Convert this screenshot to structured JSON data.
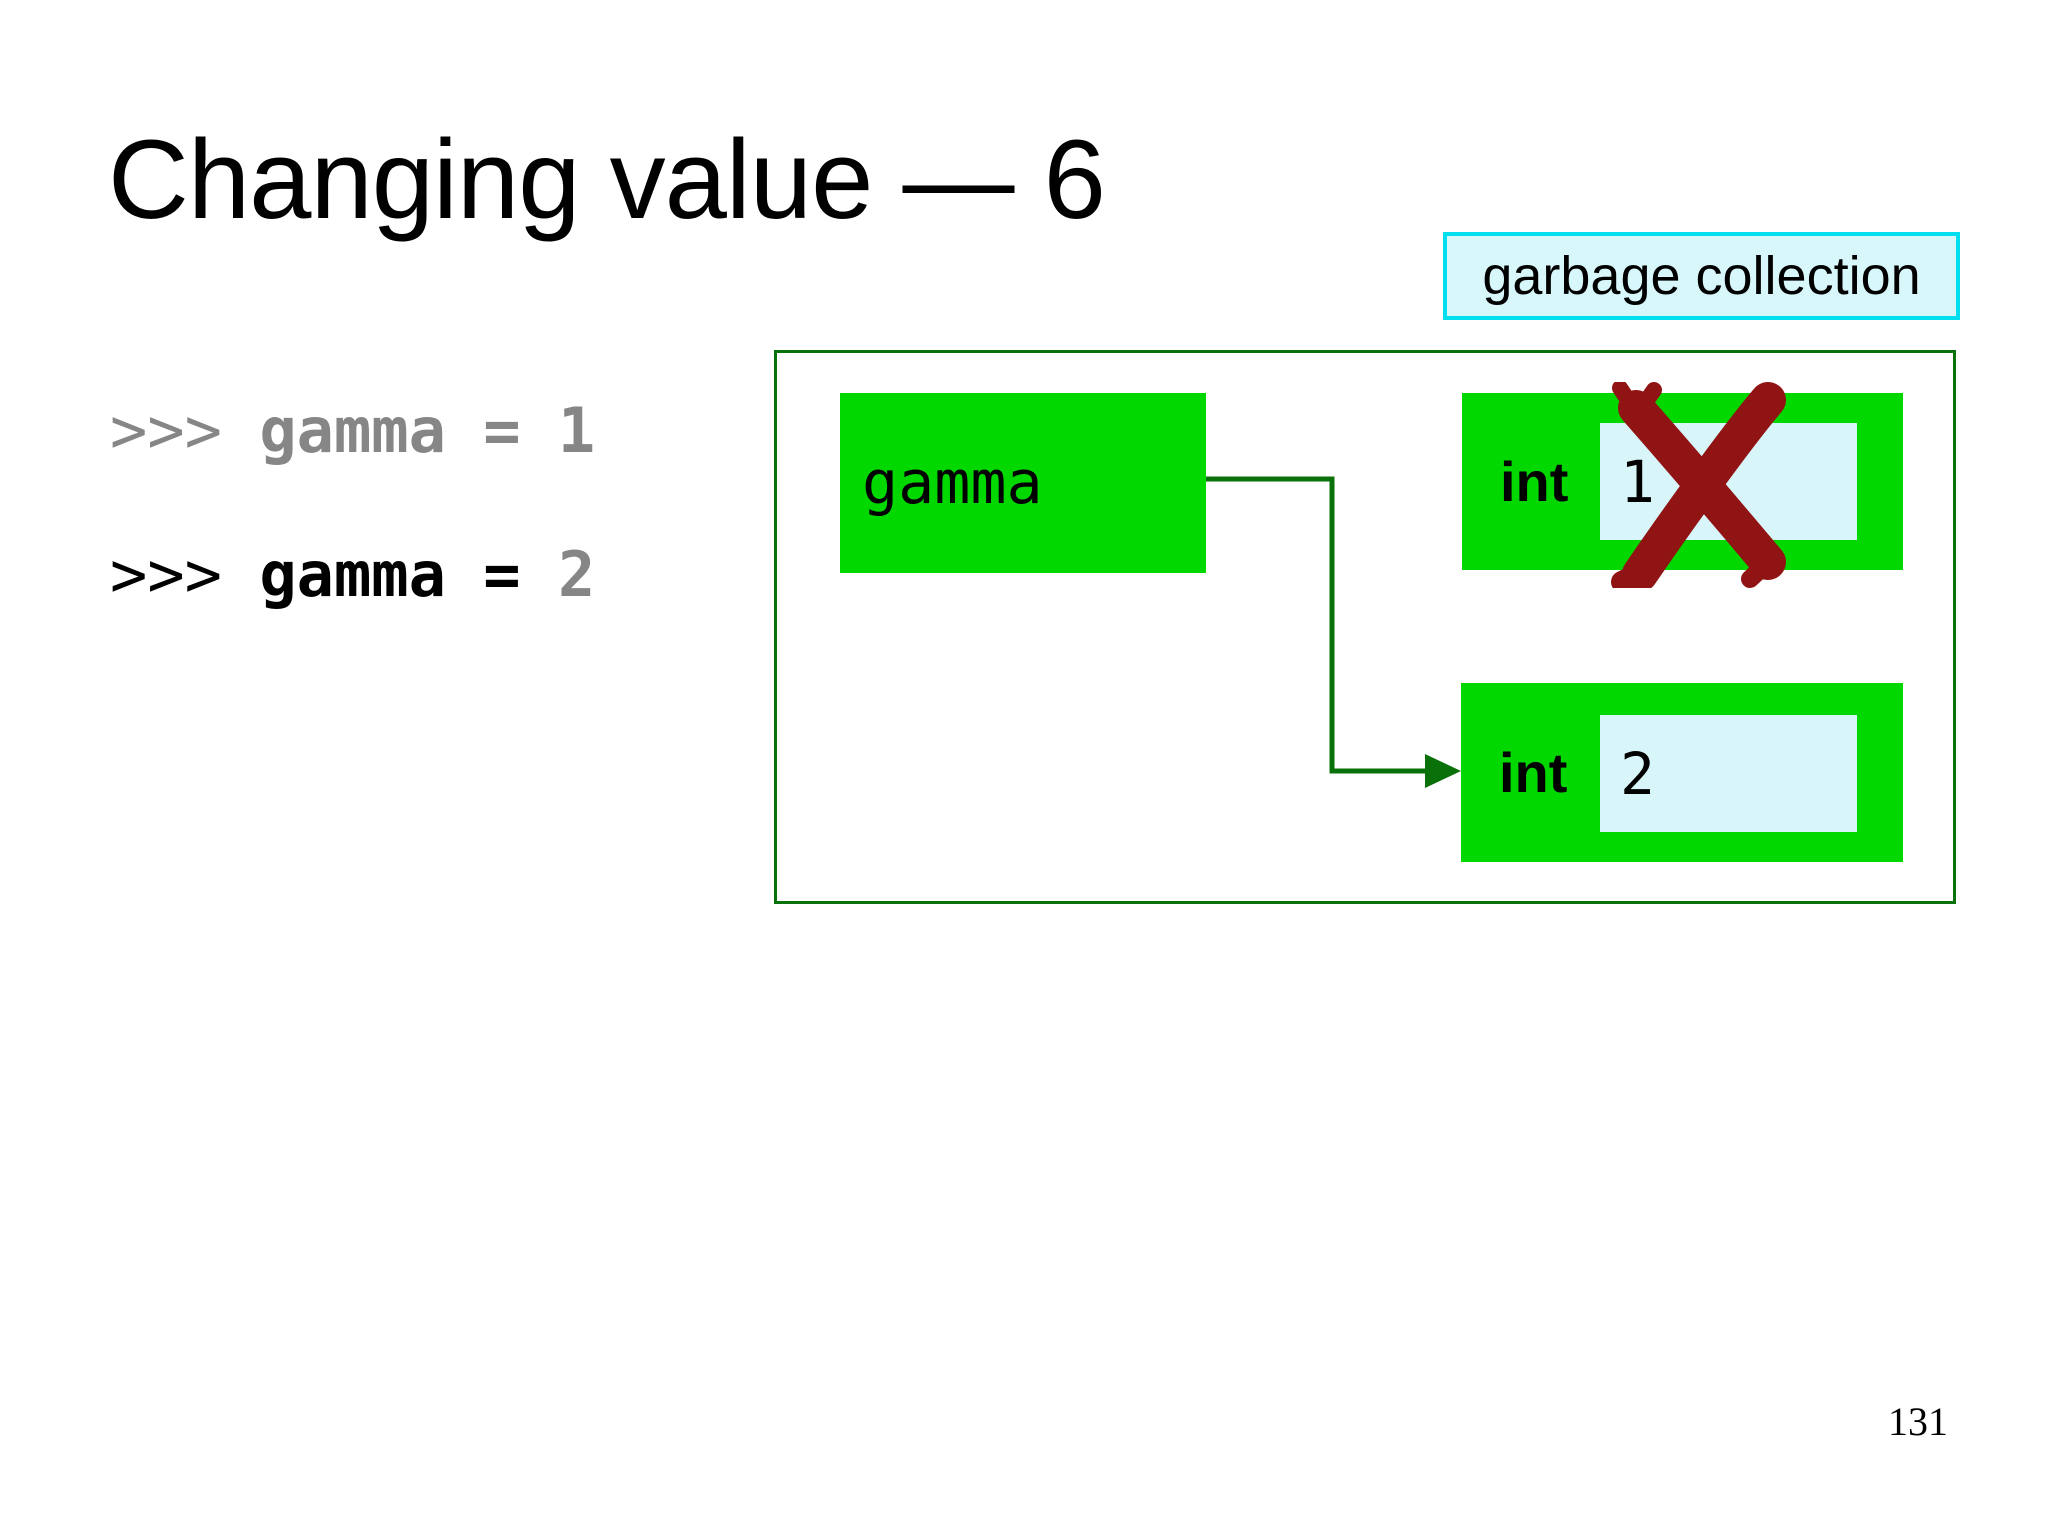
{
  "slide": {
    "title": "Changing value — 6",
    "page_number": "131"
  },
  "annotation": {
    "label": "garbage collection"
  },
  "code": {
    "line1": {
      "prompt": ">>> ",
      "body": "gamma = 1"
    },
    "line2": {
      "prompt": ">>> ",
      "body": "gamma = ",
      "value": "2"
    }
  },
  "diagram": {
    "variable": {
      "label": "gamma"
    },
    "old_object": {
      "type": "int",
      "value": "1",
      "crossed_out": true
    },
    "new_object": {
      "type": "int",
      "value": "2"
    }
  },
  "icons": {
    "cross_out": "dark-red hand-drawn X over discarded value",
    "arrow": "dark-green elbow arrow from variable to new object"
  },
  "colors": {
    "box_green": "#00d800",
    "outline_dark_green": "#0a700a",
    "value_cyan_fill": "#d8f6f9",
    "tag_cyan_border": "#00dfef",
    "tag_cyan_fill": "#d7f7fa",
    "cross_dark_red": "#911414",
    "code_gray": "#868686"
  }
}
